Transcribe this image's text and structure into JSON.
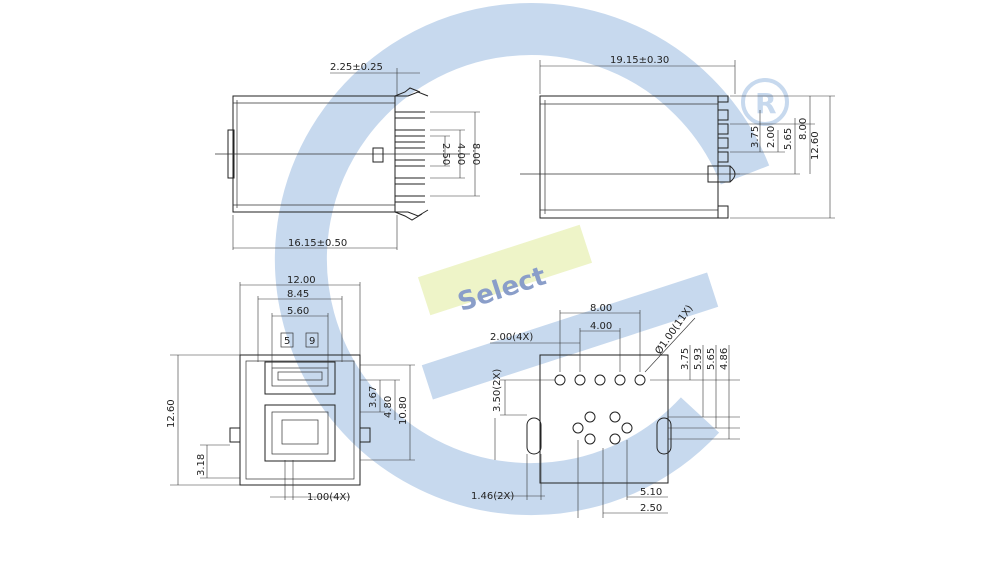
{
  "watermark": {
    "text": "Select",
    "symbol": "R",
    "colors": {
      "ring": "#c7d9ee",
      "band": "#eef4c8",
      "text": "#8a9ec9"
    }
  },
  "side_view": {
    "dim_top": "2.25±0.25",
    "dim_bottom": "16.15±0.50",
    "dim_pin_a": "2.50",
    "dim_pin_b": "4.00",
    "dim_pin_c": "8.00"
  },
  "top_view": {
    "dim_top": "19.15±0.30",
    "dim_a": "3.75",
    "dim_b": "2.00",
    "dim_c": "5.65",
    "dim_d": "8.00",
    "dim_e": "12.60"
  },
  "front_view": {
    "dim_12": "12.00",
    "dim_845": "8.45",
    "dim_560": "5.60",
    "pin_label_left": "5",
    "pin_label_right": "9",
    "dim_367": "3.67",
    "dim_480": "4.80",
    "dim_1080": "10.80",
    "dim_1260": "12.60",
    "dim_318": "3.18",
    "dim_pitch": "1.00(4X)"
  },
  "pcb_layout": {
    "dim_800": "8.00",
    "dim_400": "4.00",
    "dim_pitch": "2.00(4X)",
    "dim_hole": "Ø1.00(11X)",
    "dim_375": "3.75",
    "dim_593": "5.93",
    "dim_565": "5.65",
    "dim_486": "4.86",
    "dim_350": "3.50(2X)",
    "dim_146": "1.46(2X)",
    "dim_510": "5.10",
    "dim_250": "2.50"
  }
}
